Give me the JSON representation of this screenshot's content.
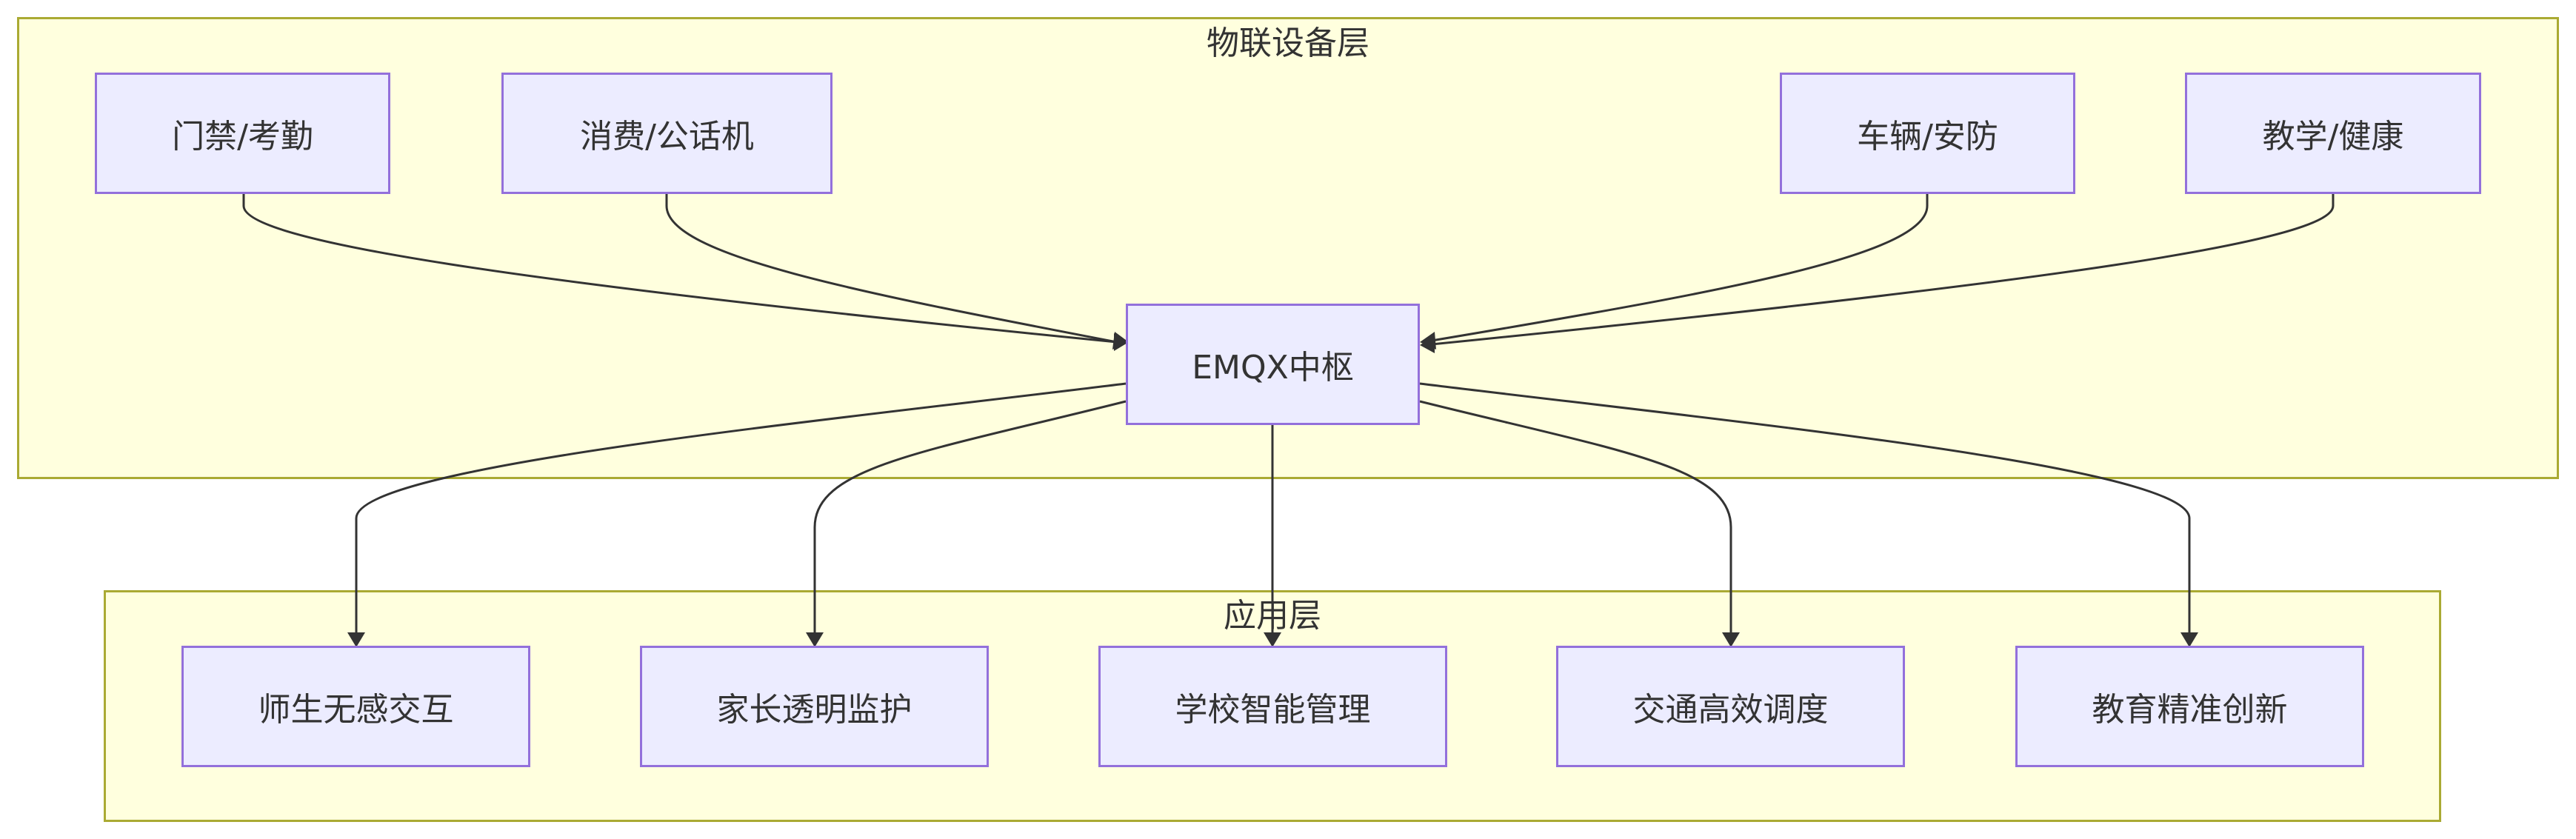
{
  "clusters": {
    "iot": {
      "title": "物联设备层"
    },
    "app": {
      "title": "应用层"
    }
  },
  "nodes": {
    "access": "门禁/考勤",
    "consume": "消费/公话机",
    "vehicle": "车辆/安防",
    "teaching": "教学/健康",
    "hub": "EMQX中枢",
    "interaction": "师生无感交互",
    "parent": "家长透明监护",
    "school": "学校智能管理",
    "traffic": "交通高效调度",
    "education": "教育精准创新"
  },
  "colors": {
    "cluster_fill": "#ffffde",
    "cluster_border": "#aaaa33",
    "node_fill": "#ececff",
    "node_border": "#9370db",
    "edge": "#333333"
  }
}
